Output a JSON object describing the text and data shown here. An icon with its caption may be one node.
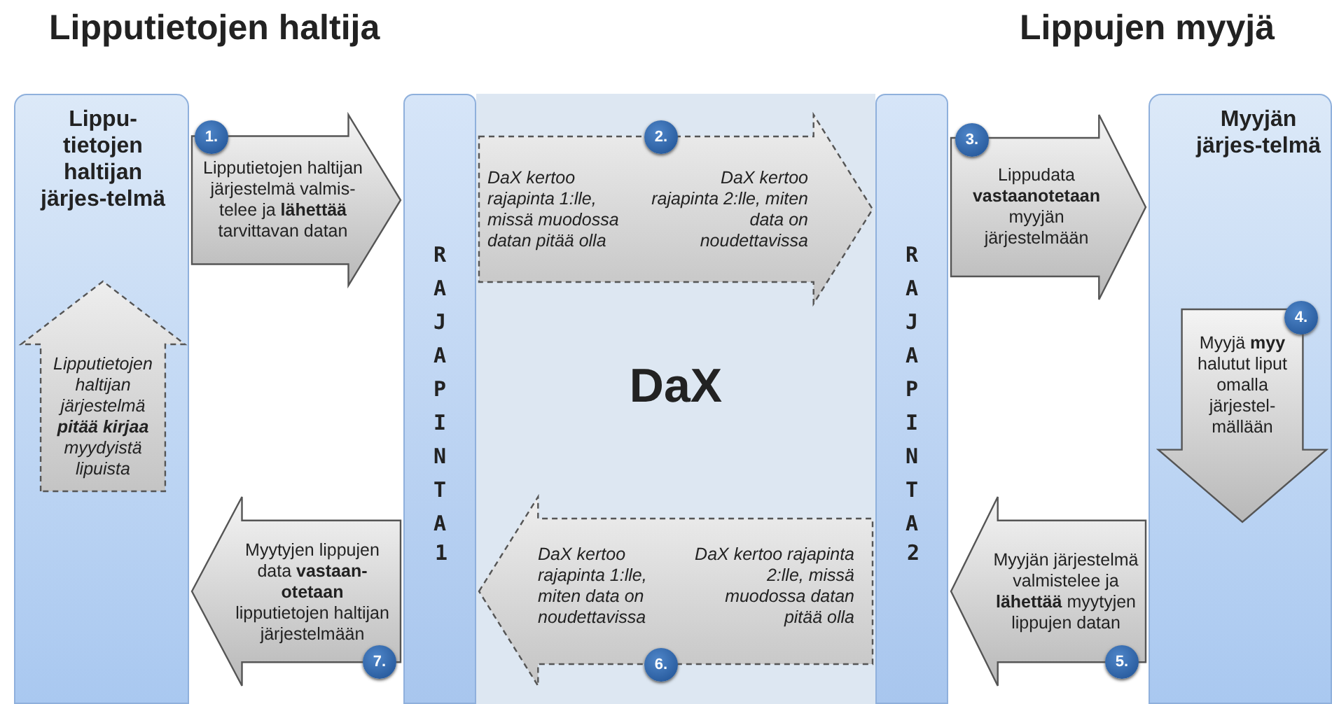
{
  "diagram": {
    "nodes": [
      {
        "text": [
          "Lippu-tietojen haltijan järjes-telmä"
        ]
      },
      {
        "text": [
          "1.",
          "Lipputietojen haltijan järjestelmä valmis-telee ja **lähettää** tarvittavan datan"
        ]
      },
      {
        "text": [
          "RAJAPINTA",
          "1"
        ]
      },
      {
        "text": [
          "DaX"
        ]
      },
      {
        "text": [
          "2.",
          "DaX kertoo rajapinta 1:lle, missä muodossa datan pitää olla",
          "DaX kertoo rajapinta 2:lle, miten data on noudettavissa"
        ],
        "in": 3
      },
      {
        "text": [
          "RAJAPINTA",
          "2"
        ]
      },
      {
        "text": [
          "3.",
          "Lippudata **vastaanotetaan** myyjän järjestelmään"
        ]
      },
      {
        "text": [
          "Myyjän järjes-telmä"
        ]
      },
      {
        "text": [
          "4.",
          "Myyjä **myy** halutut liput omalla järjestel-mällään"
        ],
        "in": 7
      },
      {
        "text": [
          "Lipputietojen haltijan järjestelmä **pitää kirjaa** myydyistä lipuista"
        ],
        "in": 0
      },
      {
        "text": [
          "Myytyjen lippujen data **vastaan-otetaan** lipputietojen haltijan järjestelmään",
          "7."
        ]
      },
      {
        "text": [
          "DaX kertoo rajapinta 1:lle, miten data on noudettavissa",
          "DaX kertoo rajapinta 2:lle, missä muodossa datan pitää olla",
          "6."
        ],
        "in": 3
      },
      {
        "text": [
          "Myyjän järjestelmä valmistelee ja **lähettää** myytyjen lippujen datan",
          "5."
        ]
      }
    ],
    "edges": [
      {
        "from": 0,
        "to": 2,
        "arrow": "to"
      },
      {
        "from": 2,
        "to": 5,
        "arrow": "to",
        "style": "dashed"
      },
      {
        "from": 5,
        "to": 7,
        "arrow": "to"
      },
      {
        "from": 7,
        "to": 5,
        "arrow": "to"
      },
      {
        "from": 5,
        "to": 2,
        "arrow": "to",
        "style": "dashed"
      },
      {
        "from": 2,
        "to": 0,
        "arrow": "to"
      }
    ],
    "labels": [
      "Lipputietojen haltija",
      "Lippujen myyjä"
    ]
  }
}
